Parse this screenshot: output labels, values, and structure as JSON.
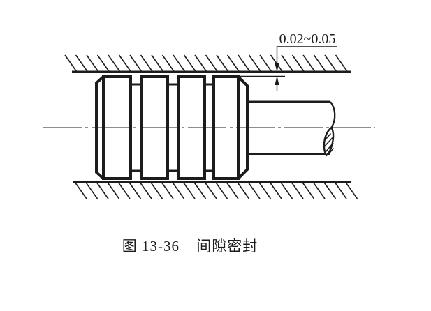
{
  "page": {
    "background_color": "#ffffff",
    "ink_color": "#1c1c1c"
  },
  "figure": {
    "dimension_label": "0.02~0.05",
    "caption": {
      "figure_number": "图 13-36",
      "title": "间隙密封"
    }
  }
}
